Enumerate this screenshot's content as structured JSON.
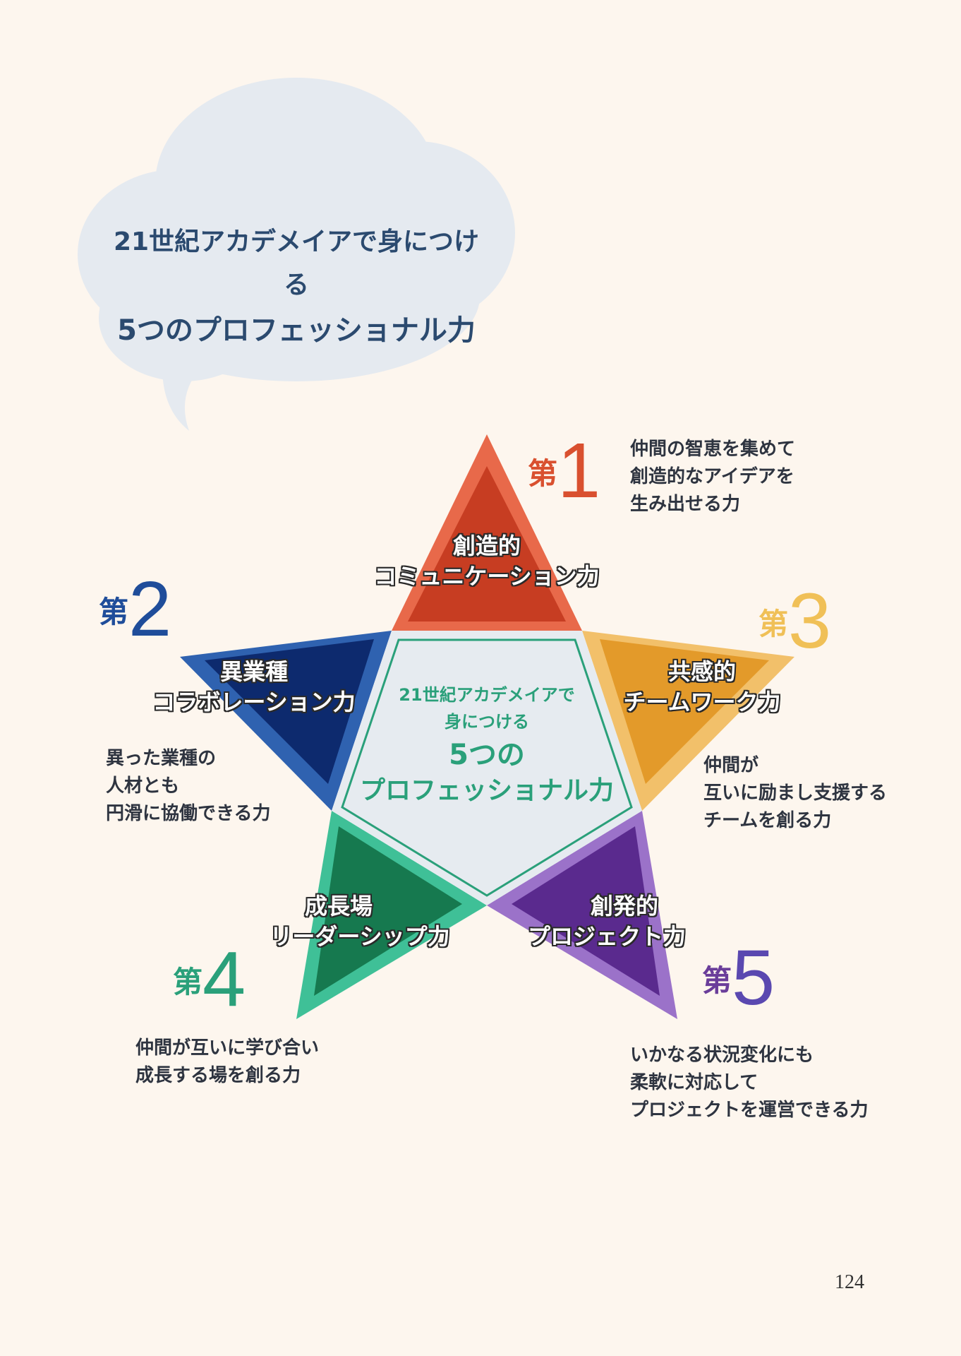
{
  "title": {
    "line1": "21世紀アカデメイアで身につける",
    "line2": "5つのプロフェッショナル力"
  },
  "center": {
    "line1": "21世紀アカデメイアで",
    "line2": "身につける",
    "line3": "5つの",
    "line4": "プロフェッショナル力"
  },
  "points": [
    {
      "rank_prefix": "第",
      "rank_num": "1",
      "label1": "創造的",
      "label2": "コミュニケーション力",
      "desc1": "仲間の智恵を集めて",
      "desc2": "創造的なアイデアを",
      "desc3": "生み出せる力",
      "color": "#d9502f"
    },
    {
      "rank_prefix": "第",
      "rank_num": "2",
      "label1": "異業種",
      "label2": "コラボレーション力",
      "desc1": "異った業種の",
      "desc2": "人材とも",
      "desc3": "円滑に協働できる力",
      "color": "#1f4d9a"
    },
    {
      "rank_prefix": "第",
      "rank_num": "3",
      "label1": "共感的",
      "label2": "チームワーク力",
      "desc1": "仲間が",
      "desc2": "互いに励まし支援する",
      "desc3": "チームを創る力",
      "color": "#e8a12e"
    },
    {
      "rank_prefix": "第",
      "rank_num": "4",
      "label1": "成長場",
      "label2": "リーダーシップ力",
      "desc1": "仲間が互いに学び合い",
      "desc2": "成長する場を創る力",
      "color": "#2aa07a"
    },
    {
      "rank_prefix": "第",
      "rank_num": "5",
      "label1": "創発的",
      "label2": "プロジェクト力",
      "desc1": "いかなる状況変化にも",
      "desc2": "柔軟に対応して",
      "desc3": "プロジェクトを運営できる力",
      "color": "#6a3d9a"
    }
  ],
  "page_number": "124",
  "colors": {
    "background": "#fdf6ee",
    "cloud": "#e5eaf0",
    "center_fill": "#e6ebf0",
    "title_text": "#2b4a6f"
  }
}
